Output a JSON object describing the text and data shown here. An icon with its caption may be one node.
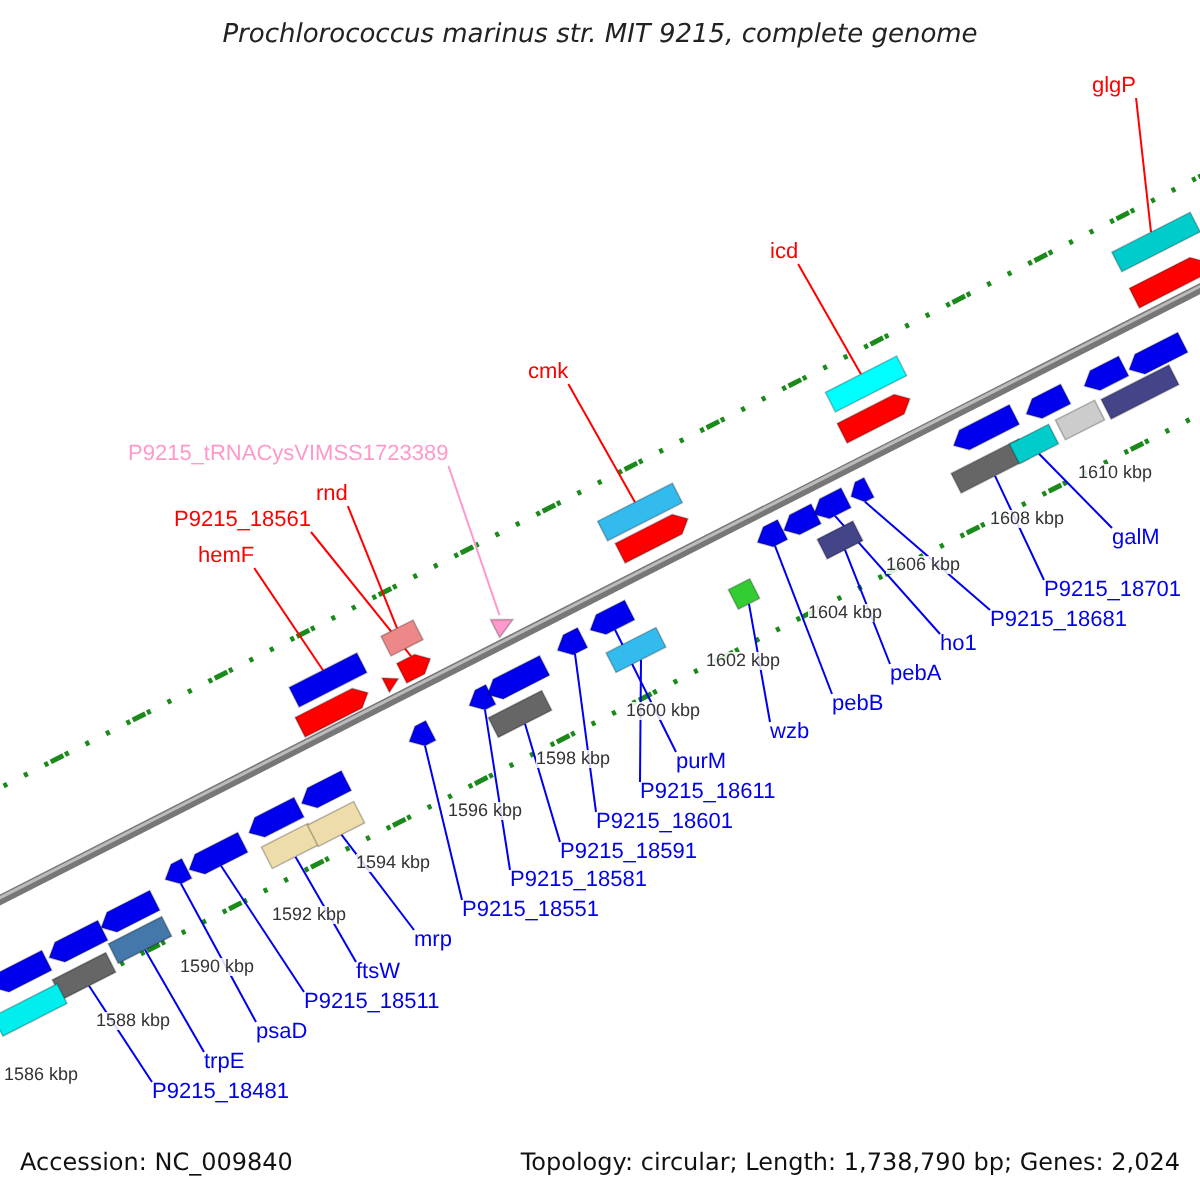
{
  "diagram": {
    "title": "Prochlorococcus marinus str. MIT 9215, complete genome",
    "nodes": [
      {
        "text": [
          "glgP"
        ]
      },
      {
        "text": [
          "icd"
        ]
      },
      {
        "text": [
          "cmk"
        ]
      },
      {
        "text": [
          "P9215_tRNACysVIMSS1723389"
        ]
      },
      {
        "text": [
          "rnd"
        ]
      },
      {
        "text": [
          "P9215_18561"
        ]
      },
      {
        "text": [
          "hemF"
        ]
      },
      {
        "text": [
          "P9215_18481"
        ]
      },
      {
        "text": [
          "trpE"
        ]
      },
      {
        "text": [
          "psaD"
        ]
      },
      {
        "text": [
          "P9215_18511"
        ]
      },
      {
        "text": [
          "ftsW"
        ]
      },
      {
        "text": [
          "mrp"
        ]
      },
      {
        "text": [
          "P9215_18551"
        ]
      },
      {
        "text": [
          "P9215_18581"
        ]
      },
      {
        "text": [
          "P9215_18591"
        ]
      },
      {
        "text": [
          "P9215_18601"
        ]
      },
      {
        "text": [
          "P9215_18611"
        ]
      },
      {
        "text": [
          "purM"
        ]
      },
      {
        "text": [
          "wzb"
        ]
      },
      {
        "text": [
          "pebB"
        ]
      },
      {
        "text": [
          "pebA"
        ]
      },
      {
        "text": [
          "ho1"
        ]
      },
      {
        "text": [
          "P9215_18681"
        ]
      },
      {
        "text": [
          "P9215_18701"
        ]
      },
      {
        "text": [
          "galM"
        ]
      },
      {
        "text": [],
        "shape": "box"
      },
      {
        "text": [],
        "shape": "box"
      },
      {
        "text": [],
        "shape": "box"
      },
      {
        "text": [],
        "shape": "triangle"
      },
      {
        "text": [],
        "shape": "box"
      },
      {
        "text": [],
        "shape": "arrow"
      },
      {
        "text": [],
        "shape": "box"
      },
      {
        "text": [],
        "shape": "box"
      },
      {
        "text": [],
        "shape": "box"
      },
      {
        "text": [],
        "shape": "arrow"
      },
      {
        "text": [],
        "shape": "arrow"
      },
      {
        "text": [],
        "shape": "box"
      },
      {
        "text": [],
        "shape": "box"
      },
      {
        "text": [],
        "shape": "arrow"
      },
      {
        "text": [],
        "shape": "arrow"
      },
      {
        "text": [],
        "shape": "box"
      },
      {
        "text": [],
        "shape": "arrow"
      },
      {
        "text": [],
        "shape": "box"
      },
      {
        "text": [],
        "shape": "arrow"
      },
      {
        "text": [],
        "shape": "box"
      },
      {
        "text": [],
        "shape": "arrow"
      },
      {
        "text": [],
        "shape": "box"
      },
      {
        "text": [],
        "shape": "arrow"
      },
      {
        "text": [],
        "shape": "arrow"
      },
      {
        "text": [],
        "shape": "box"
      },
      {
        "text": [],
        "shape": "box"
      },
      {
        "text": [],
        "shape": "arrow"
      },
      {
        "text": [],
        "shape": "box"
      },
      {
        "text": [],
        "shape": "arrow"
      },
      {
        "text": [],
        "shape": "arrow"
      },
      {
        "text": [],
        "shape": "arrow"
      },
      {
        "text": [],
        "shape": "arrow"
      },
      {
        "text": [],
        "shape": "arrow"
      },
      {
        "text": [],
        "shape": "triangle"
      },
      {
        "text": [],
        "shape": "arrow"
      },
      {
        "text": [],
        "shape": "arrow"
      },
      {
        "text": [],
        "shape": "arrow"
      },
      {
        "text": [],
        "shape": "arrow"
      },
      {
        "text": [],
        "shape": "arrow"
      },
      {
        "text": [],
        "shape": "arrow"
      },
      {
        "text": [],
        "shape": "box"
      },
      {
        "text": [],
        "shape": "arrow"
      },
      {
        "text": [],
        "shape": "box"
      },
      {
        "text": [],
        "shape": "arrow"
      },
      {
        "text": [],
        "shape": "arrow"
      }
    ],
    "edges": [
      {
        "from": 0,
        "to": 26,
        "arrow": "none",
        "color": "#ff0000"
      },
      {
        "from": 1,
        "to": 27,
        "arrow": "none",
        "color": "#ff0000"
      },
      {
        "from": 2,
        "to": 28,
        "arrow": "none",
        "color": "#ff0000"
      },
      {
        "from": 3,
        "to": 29,
        "arrow": "none",
        "color": "#ff99cc"
      },
      {
        "from": 4,
        "to": 30,
        "arrow": "none",
        "color": "#ff0000"
      },
      {
        "from": 5,
        "to": 31,
        "arrow": "none",
        "color": "#ff0000"
      },
      {
        "from": 6,
        "to": 32,
        "arrow": "none",
        "color": "#ff0000"
      },
      {
        "from": 7,
        "to": 33,
        "arrow": "none"
      },
      {
        "from": 8,
        "to": 34,
        "arrow": "none"
      },
      {
        "from": 9,
        "to": 35,
        "arrow": "none"
      },
      {
        "from": 10,
        "to": 36,
        "arrow": "none"
      },
      {
        "from": 11,
        "to": 37,
        "arrow": "none"
      },
      {
        "from": 12,
        "to": 38,
        "arrow": "none"
      },
      {
        "from": 13,
        "to": 39,
        "arrow": "none"
      },
      {
        "from": 14,
        "to": 40,
        "arrow": "none"
      },
      {
        "from": 15,
        "to": 41,
        "arrow": "none"
      },
      {
        "from": 16,
        "to": 42,
        "arrow": "none"
      },
      {
        "from": 17,
        "to": 43,
        "arrow": "none"
      },
      {
        "from": 18,
        "to": 44,
        "arrow": "none"
      },
      {
        "from": 19,
        "to": 45,
        "arrow": "none"
      },
      {
        "from": 20,
        "to": 46,
        "arrow": "none"
      },
      {
        "from": 21,
        "to": 47,
        "arrow": "none"
      },
      {
        "from": 22,
        "to": 48,
        "arrow": "none"
      },
      {
        "from": 23,
        "to": 49,
        "arrow": "none"
      },
      {
        "from": 24,
        "to": 50,
        "arrow": "none"
      },
      {
        "from": 25,
        "to": 51,
        "arrow": "none"
      }
    ],
    "labels": [
      "1586 kbp",
      "1588 kbp",
      "1590 kbp",
      "1592 kbp",
      "1594 kbp",
      "1596 kbp",
      "1598 kbp",
      "1600 kbp",
      "1602 kbp",
      "1604 kbp",
      "1606 kbp",
      "1608 kbp",
      "1610 kbp",
      "Accession: NC_009840",
      "Topology: circular; Length: 1,738,790 bp; Genes: 2,024"
    ]
  }
}
